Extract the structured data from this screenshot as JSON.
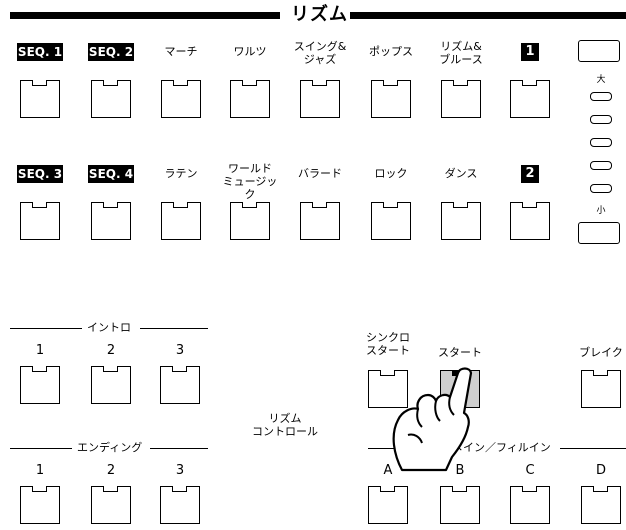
{
  "header": {
    "title": "リズム"
  },
  "row1": {
    "buttons": [
      {
        "label": "SEQ. 1",
        "style": "seq"
      },
      {
        "label": "SEQ. 2",
        "style": "seq"
      },
      {
        "label": "マーチ",
        "style": "text"
      },
      {
        "label": "ワルツ",
        "style": "text"
      },
      {
        "label": "スイング&\nジャズ",
        "style": "text"
      },
      {
        "label": "ポップス",
        "style": "text"
      },
      {
        "label": "リズム&\nブルース",
        "style": "text"
      },
      {
        "label": "1",
        "style": "badge"
      }
    ]
  },
  "row2": {
    "buttons": [
      {
        "label": "SEQ. 3",
        "style": "seq"
      },
      {
        "label": "SEQ. 4",
        "style": "seq"
      },
      {
        "label": "ラテン",
        "style": "text"
      },
      {
        "label": "ワールド\nミュージック",
        "style": "text"
      },
      {
        "label": "バラード",
        "style": "text"
      },
      {
        "label": "ロック",
        "style": "text"
      },
      {
        "label": "ダンス",
        "style": "text"
      },
      {
        "label": "2",
        "style": "badge"
      }
    ]
  },
  "volume": {
    "max_label": "大",
    "min_label": "小",
    "led_count": 5
  },
  "intro": {
    "title": "イントロ",
    "buttons": [
      "1",
      "2",
      "3"
    ]
  },
  "ending": {
    "title": "エンディング",
    "buttons": [
      "1",
      "2",
      "3"
    ]
  },
  "rhythm_control": {
    "label": "リズム\nコントロール"
  },
  "controls": {
    "sync_start": "シンクロ\nスタート",
    "start": "スタート",
    "break": "ブレイク",
    "pressed": "start"
  },
  "main_fill": {
    "title": "メイン／フィルイン",
    "buttons": [
      "A",
      "B",
      "C",
      "D"
    ]
  },
  "colors": {
    "pressed_fill": "#cfcfcf",
    "ink": "#000000"
  }
}
